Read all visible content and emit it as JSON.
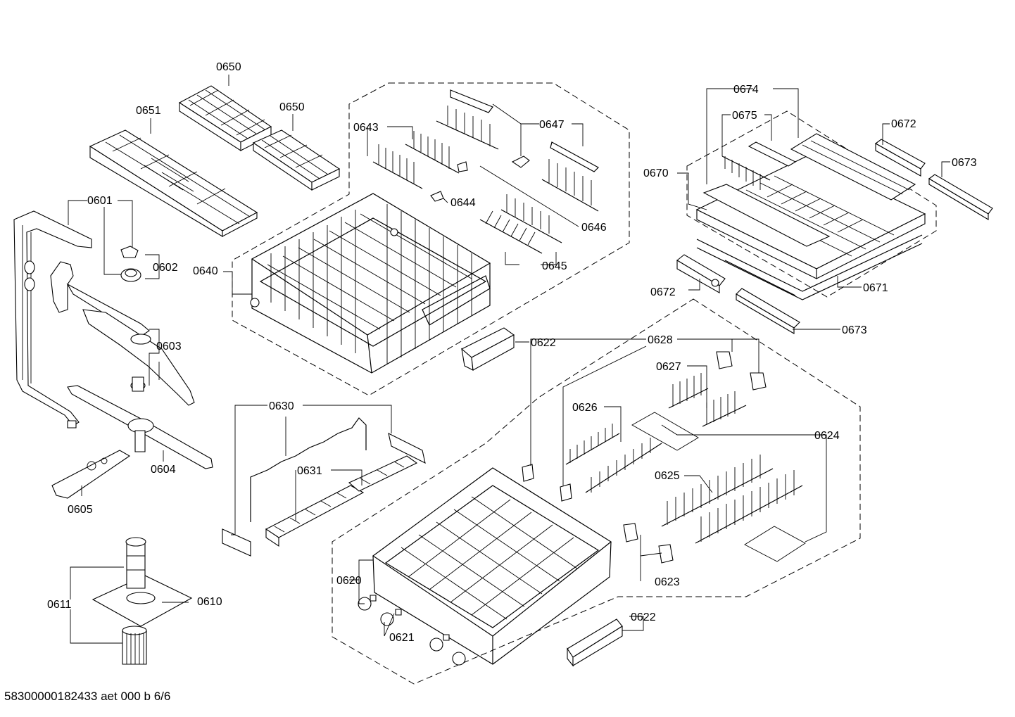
{
  "diagram": {
    "footer_text": "58300000182433 aet 000 b 6/6",
    "labels": {
      "p0650a": "0650",
      "p0650b": "0650",
      "p0651": "0651",
      "p0601": "0601",
      "p0602": "0602",
      "p0603": "0603",
      "p0604": "0604",
      "p0605": "0605",
      "p0610": "0610",
      "p0611": "0611",
      "p0620": "0620",
      "p0621": "0621",
      "p0622a": "0622",
      "p0622b": "0622",
      "p0623": "0623",
      "p0624": "0624",
      "p0625": "0625",
      "p0626": "0626",
      "p0627": "0627",
      "p0628": "0628",
      "p0630": "0630",
      "p0631": "0631",
      "p0640": "0640",
      "p0643": "0643",
      "p0644": "0644",
      "p0645": "0645",
      "p0646": "0646",
      "p0647": "0647",
      "p0670": "0670",
      "p0671": "0671",
      "p0672a": "0672",
      "p0672b": "0672",
      "p0673a": "0673",
      "p0673b": "0673",
      "p0674": "0674",
      "p0675": "0675"
    }
  }
}
